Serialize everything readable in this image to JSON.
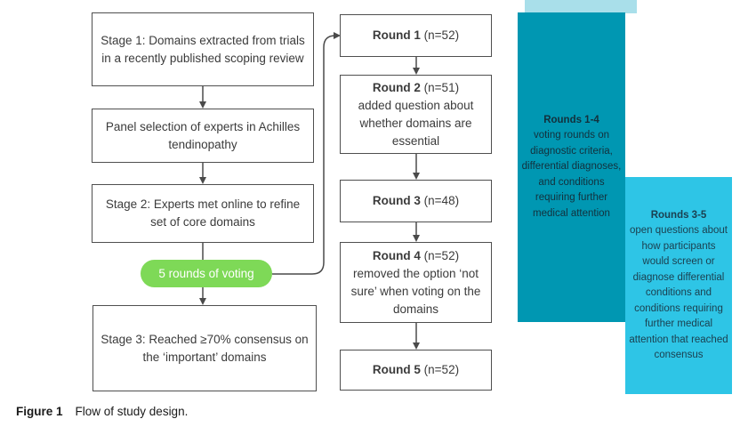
{
  "colors": {
    "green_pill": "#7ed957",
    "teal_dark": "#0097b2",
    "teal_light": "#2ec5e6",
    "box_border": "#4f4f4f",
    "arrow": "#4a4a4a"
  },
  "stages": {
    "stage1": "Stage 1: Domains extracted from trials in a recently published scoping review",
    "panel": "Panel selection of experts in Achilles tendinopathy",
    "stage2": "Stage 2: Experts met online to refine set of core domains",
    "voting_pill": "5 rounds of voting",
    "stage3": "Stage 3: Reached ≥70% consensus on the ‘important’ domains"
  },
  "rounds": [
    {
      "title": "Round 1",
      "n": "(n=52)"
    },
    {
      "title": "Round 2",
      "n": "(n=51)",
      "note": "added question about whether domains are essential"
    },
    {
      "title": "Round 3",
      "n": "(n=48)"
    },
    {
      "title": "Round 4",
      "n": "(n=52)",
      "note": "removed the option ‘not sure’ when voting on the domains"
    },
    {
      "title": "Round 5",
      "n": "(n=52)"
    }
  ],
  "side_notes": [
    {
      "title": "Rounds 1-4",
      "text": "voting rounds on diagnostic criteria, differential diagnoses, and conditions requiring further medical attention"
    },
    {
      "title": "Rounds 3-5",
      "text": "open questions about how participants would screen or diagnose differential conditions and conditions requiring further medical attention that reached consensus"
    }
  ],
  "caption": {
    "label": "Figure 1",
    "text": "Flow of study design."
  }
}
